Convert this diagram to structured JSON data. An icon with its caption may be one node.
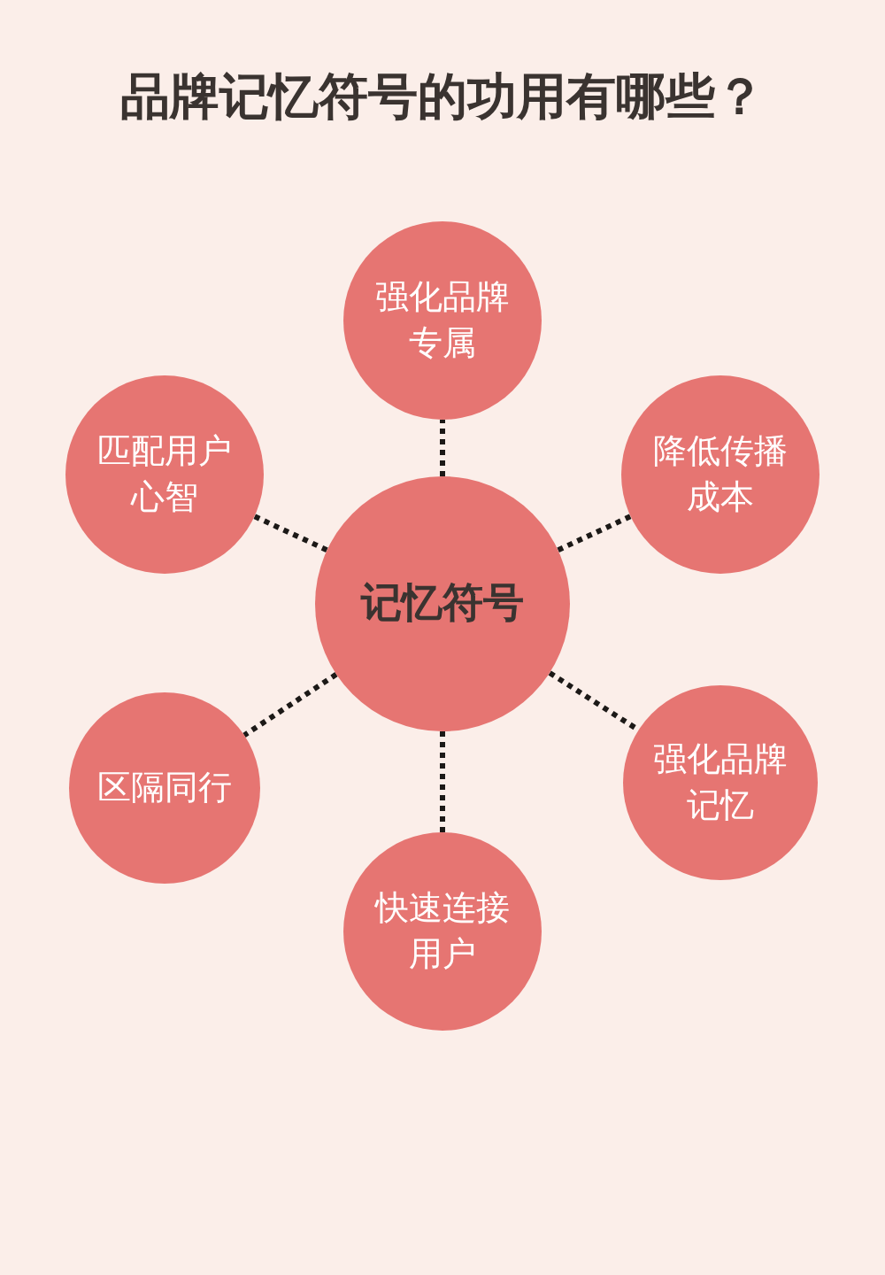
{
  "diagram": {
    "title": "品牌记忆符号的功用有哪些？",
    "nodes": [
      {
        "text": [
          "强化品牌专属"
        ]
      },
      {
        "text": [
          "匹配用户心智"
        ]
      },
      {
        "text": [
          "降低传播成本"
        ]
      },
      {
        "text": [
          "记忆符号"
        ]
      },
      {
        "text": [
          "区隔同行"
        ]
      },
      {
        "text": [
          "强化品牌记忆"
        ]
      },
      {
        "text": [
          "快速连接用户"
        ]
      }
    ],
    "edges": [
      {
        "from": 3,
        "to": 0,
        "arrow": "none"
      },
      {
        "from": 3,
        "to": 1,
        "arrow": "none"
      },
      {
        "from": 3,
        "to": 2,
        "arrow": "none"
      },
      {
        "from": 3,
        "to": 4,
        "arrow": "none"
      },
      {
        "from": 3,
        "to": 5,
        "arrow": "none"
      },
      {
        "from": 3,
        "to": 6,
        "arrow": "none"
      }
    ]
  }
}
